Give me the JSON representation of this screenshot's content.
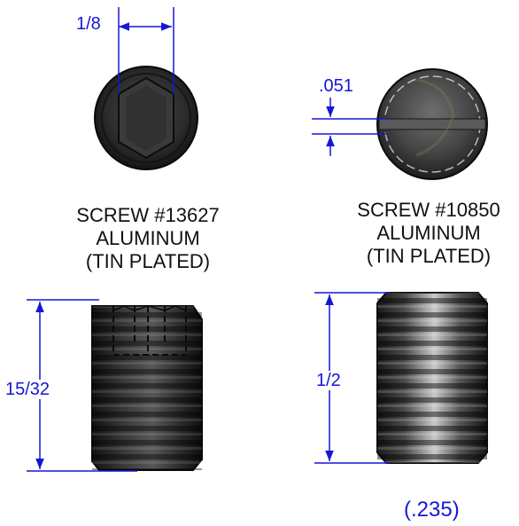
{
  "colors": {
    "dimension": "#1616d8",
    "text": "#111111",
    "metal_dark": "#2a2a2a",
    "metal_light": "#9a9a9a"
  },
  "left_screw": {
    "label_lines": [
      "SCREW #13627",
      "ALUMINUM",
      "(TIN PLATED)"
    ],
    "hex_dimension": "1/8",
    "length_dimension": "15/32",
    "drive": "hex-socket"
  },
  "right_screw": {
    "label_lines": [
      "SCREW #10850",
      "ALUMINUM",
      "(TIN PLATED)"
    ],
    "slot_dimension": ".051",
    "length_dimension": "1/2",
    "diameter_dimension": "(.235)",
    "drive": "slotted"
  }
}
